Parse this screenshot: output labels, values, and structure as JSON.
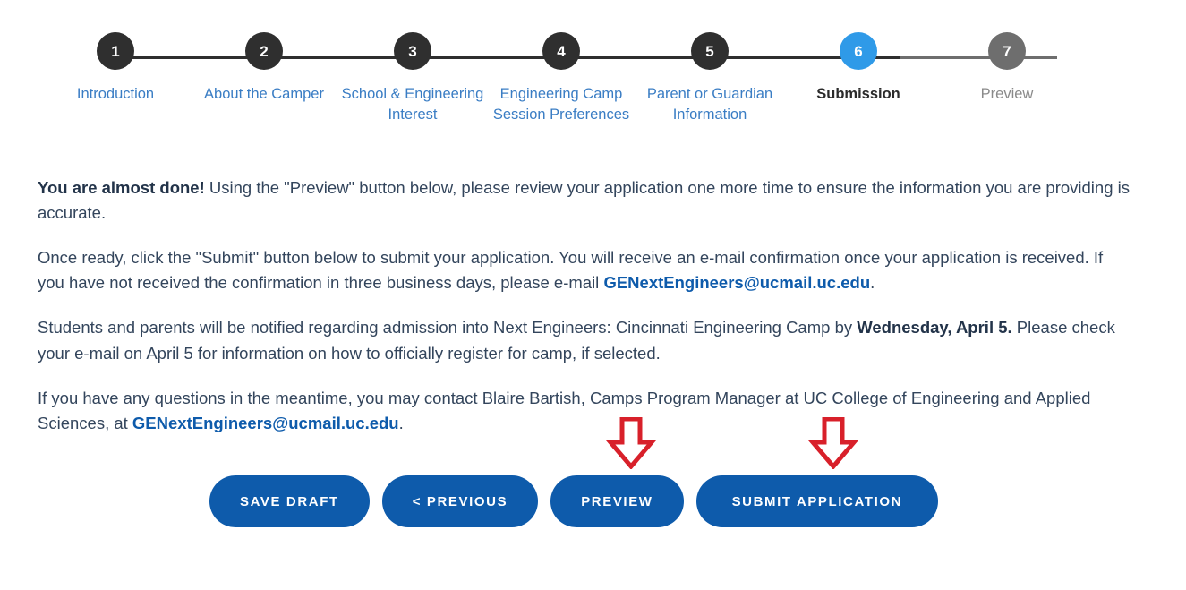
{
  "stepper": {
    "steps": [
      {
        "number": "1",
        "label": "Introduction",
        "state": "done"
      },
      {
        "number": "2",
        "label": "About the Camper",
        "state": "done"
      },
      {
        "number": "3",
        "label": "School & Engineering Interest",
        "state": "done"
      },
      {
        "number": "4",
        "label": "Engineering Camp Session Preferences",
        "state": "done"
      },
      {
        "number": "5",
        "label": "Parent or Guardian Information",
        "state": "done"
      },
      {
        "number": "6",
        "label": "Submission",
        "state": "current"
      },
      {
        "number": "7",
        "label": "Preview",
        "state": "upcoming"
      }
    ],
    "colors": {
      "done": "#2f2f2f",
      "current": "#2f9ae8",
      "upcoming": "#6e6e6e",
      "label_link": "#3a7dc4",
      "label_current": "#2b2b2b",
      "label_upcoming": "#8a8a8a"
    }
  },
  "content": {
    "p1_lead": "You are almost done!",
    "p1_rest": " Using the \"Preview\" button below, please review your application one more time to ensure the information you are providing is accurate.",
    "p2_a": "Once ready, click the \"Submit\" button below to submit your application. You will receive an e-mail confirmation once your application is received. If you have not received the confirmation in three business days, please e-mail ",
    "p2_link": "GENextEngineers@ucmail.uc.edu",
    "p2_b": ".",
    "p3_a": "Students and parents will be notified regarding admission into Next Engineers: Cincinnati Engineering Camp by ",
    "p3_bold": "Wednesday, April 5.",
    "p3_b": " Please check your e-mail on April 5 for information on how to officially register for camp, if selected.",
    "p4_a": "If you have any questions in the meantime, you may contact Blaire Bartish, Camps Program Manager at UC College of Engineering and Applied Sciences, at ",
    "p4_link": "GENextEngineers@ucmail.uc.edu",
    "p4_b": "."
  },
  "buttons": {
    "save_draft": "SAVE DRAFT",
    "previous": "< PREVIOUS",
    "preview": "PREVIEW",
    "submit": "SUBMIT APPLICATION",
    "color": "#0e5bab",
    "text_color": "#ffffff"
  },
  "annotations": {
    "arrow_color": "#d8202a",
    "arrow_fill": "#ffffff",
    "arrow_1_target": "PREVIEW",
    "arrow_2_target": "SUBMIT APPLICATION"
  }
}
